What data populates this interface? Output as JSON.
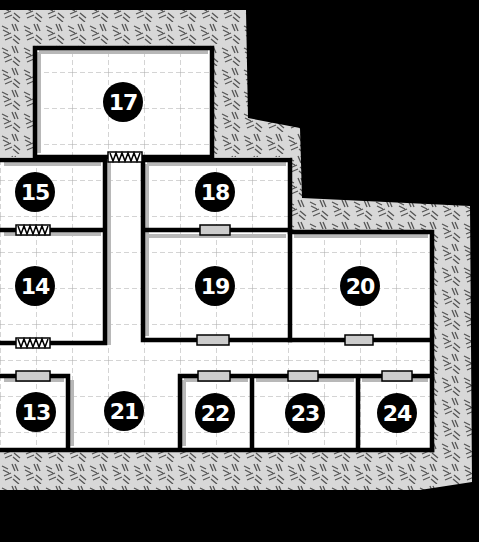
{
  "diagram": {
    "nodes": [
      {
        "text": [
          "17"
        ]
      },
      {
        "text": [
          "15"
        ]
      },
      {
        "text": [
          "18"
        ]
      },
      {
        "text": [
          "14"
        ]
      },
      {
        "text": [
          "19"
        ]
      },
      {
        "text": [
          "20"
        ]
      },
      {
        "text": [
          "13"
        ]
      },
      {
        "text": [
          "21"
        ]
      },
      {
        "text": [
          "22"
        ]
      },
      {
        "text": [
          "23"
        ]
      },
      {
        "text": [
          "24"
        ]
      }
    ]
  }
}
